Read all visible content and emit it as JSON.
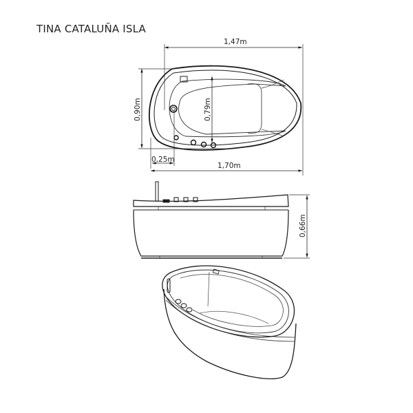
{
  "title": "TINA CATALUÑA ISLA",
  "top_view": {
    "dims": {
      "inner_length": "1,47m",
      "outer_width": "0,90m",
      "inner_width": "0,79m",
      "drain_offset": "0,25m",
      "outer_length": "1,70m"
    }
  },
  "side_view": {
    "dims": {
      "height": "0,66m"
    }
  },
  "colors": {
    "line": "#1a1a1a",
    "thin": "#444444"
  }
}
